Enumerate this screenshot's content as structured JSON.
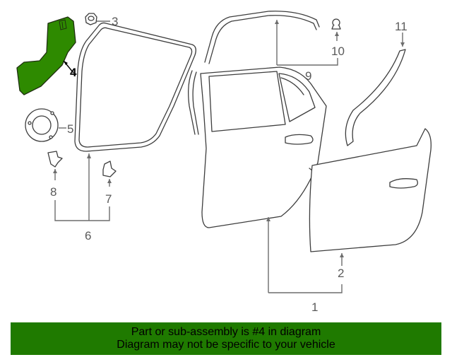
{
  "callouts": [
    "1",
    "2",
    "3",
    "4",
    "5",
    "6",
    "7",
    "8",
    "9",
    "10",
    "11"
  ],
  "highlight_color": "#2e8a00",
  "banner": {
    "line1": "Part or sub-assembly is #4 in diagram",
    "line2": "Diagram may not be specific to your vehicle",
    "color": "#1f7a00"
  }
}
